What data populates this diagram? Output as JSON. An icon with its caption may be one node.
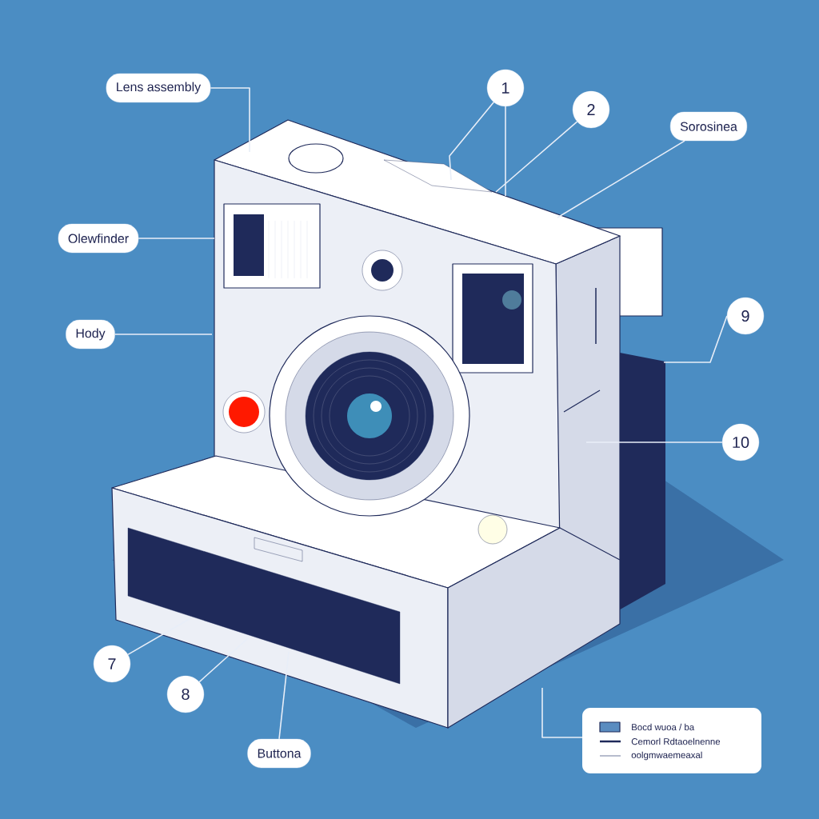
{
  "diagram": {
    "nodes": [
      {
        "text": [
          "Lens assembly"
        ]
      },
      {
        "text": [
          "1"
        ]
      },
      {
        "text": [
          "2"
        ]
      },
      {
        "text": [
          "Sorosinea"
        ]
      },
      {
        "text": [
          "Olewfinder"
        ]
      },
      {
        "text": [
          "Hody"
        ]
      },
      {
        "text": [
          "9"
        ]
      },
      {
        "text": [
          "10"
        ]
      },
      {
        "text": [
          "7"
        ]
      },
      {
        "text": [
          "8"
        ]
      },
      {
        "text": [
          "Buttona"
        ]
      }
    ],
    "edges": [
      {
        "from": 0,
        "to": null,
        "arrow": "none"
      },
      {
        "from": 1,
        "to": null,
        "arrow": "none"
      },
      {
        "from": 1,
        "to": null,
        "arrow": "none"
      },
      {
        "from": 2,
        "to": null,
        "arrow": "none"
      },
      {
        "from": 3,
        "to": null,
        "arrow": "none"
      },
      {
        "from": 4,
        "to": null,
        "arrow": "none"
      },
      {
        "from": 5,
        "to": null,
        "arrow": "none"
      },
      {
        "from": 6,
        "to": null,
        "arrow": "none"
      },
      {
        "from": 7,
        "to": null,
        "arrow": "none"
      },
      {
        "from": 8,
        "to": null,
        "arrow": "none"
      },
      {
        "from": 9,
        "to": null,
        "arrow": "none"
      },
      {
        "from": 10,
        "to": null,
        "arrow": "none"
      }
    ],
    "legend": [
      {
        "text": "Bocd wuoa / ba",
        "color": "#5a8cc0"
      },
      {
        "text": "Cemorl Rdtaoelnenne"
      },
      {
        "text": "oolgmwaemeaxal"
      }
    ]
  }
}
